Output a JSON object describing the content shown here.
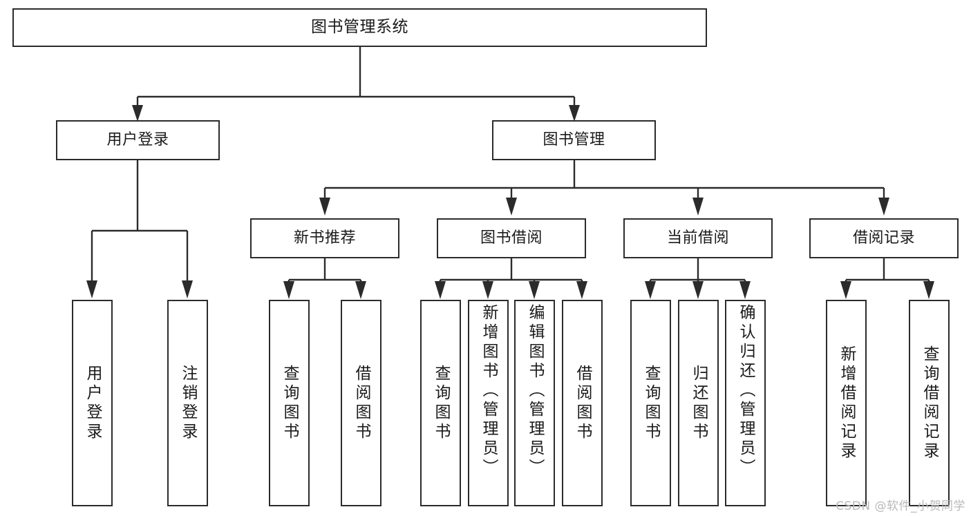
{
  "diagram": {
    "type": "tree",
    "title": "图书管理系统",
    "orientation": "top-down",
    "colors": {
      "background": "#ffffff",
      "stroke": "#2b2b2b",
      "text": "#1a1a1a",
      "watermark": "#b9b9b9"
    },
    "root": {
      "id": "root",
      "label": "图书管理系统"
    },
    "level1": [
      {
        "id": "l1-user-login",
        "label": "用户登录"
      },
      {
        "id": "l1-book-mgmt",
        "label": "图书管理"
      }
    ],
    "level2": [
      {
        "id": "l2-new-book-rec",
        "label": "新书推荐",
        "parent": "l1-book-mgmt"
      },
      {
        "id": "l2-book-borrow",
        "label": "图书借阅",
        "parent": "l1-book-mgmt"
      },
      {
        "id": "l2-current-borrow",
        "label": "当前借阅",
        "parent": "l1-book-mgmt"
      },
      {
        "id": "l2-borrow-record",
        "label": "借阅记录",
        "parent": "l1-book-mgmt"
      }
    ],
    "leaves": [
      {
        "id": "leaf-user-login",
        "label": "用户登录",
        "parent": "l1-user-login"
      },
      {
        "id": "leaf-logout-login",
        "label": "注销登录",
        "parent": "l1-user-login"
      },
      {
        "id": "leaf-query-book-1",
        "label": "查询图书",
        "parent": "l2-new-book-rec"
      },
      {
        "id": "leaf-borrow-book-1",
        "label": "借阅图书",
        "parent": "l2-new-book-rec"
      },
      {
        "id": "leaf-query-book-2",
        "label": "查询图书",
        "parent": "l2-book-borrow"
      },
      {
        "id": "leaf-add-book",
        "label": "新增图书（管理员）",
        "parent": "l2-book-borrow"
      },
      {
        "id": "leaf-edit-book",
        "label": "编辑图书（管理员）",
        "parent": "l2-book-borrow"
      },
      {
        "id": "leaf-borrow-book-2",
        "label": "借阅图书",
        "parent": "l2-book-borrow"
      },
      {
        "id": "leaf-query-book-3",
        "label": "查询图书",
        "parent": "l2-current-borrow"
      },
      {
        "id": "leaf-return-book",
        "label": "归还图书",
        "parent": "l2-current-borrow"
      },
      {
        "id": "leaf-confirm-return",
        "label": "确认归还（管理员）",
        "parent": "l2-current-borrow"
      },
      {
        "id": "leaf-add-record",
        "label": "新增借阅记录",
        "parent": "l2-borrow-record"
      },
      {
        "id": "leaf-query-record",
        "label": "查询借阅记录",
        "parent": "l2-borrow-record"
      }
    ]
  },
  "watermark": {
    "text": "CSDN @软件_小贺同学"
  }
}
